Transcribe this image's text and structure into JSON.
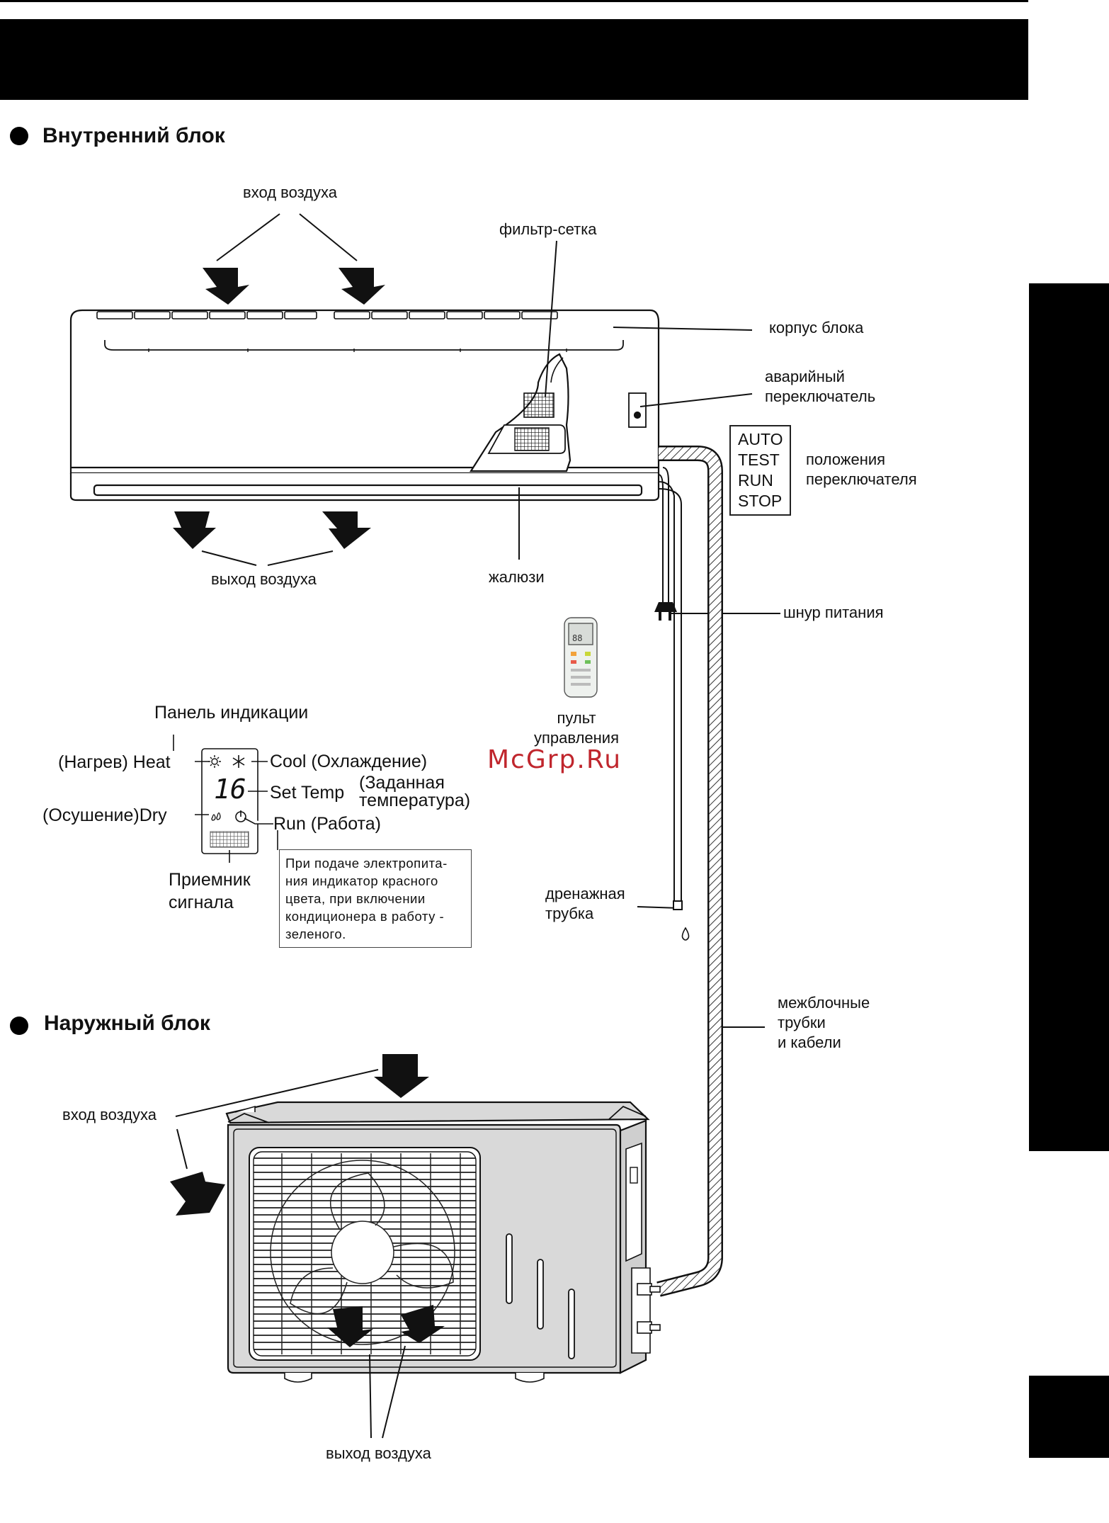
{
  "sections": {
    "indoor_title": "Внутренний блок",
    "outdoor_title": "Наружный блок"
  },
  "indoor": {
    "air_inlet": "вход воздуха",
    "filter": "фильтр-сетка",
    "housing": "корпус блока",
    "emergency_switch": [
      "аварийный",
      "переключатель"
    ],
    "switch_modes": [
      "AUTO",
      "TEST",
      "RUN",
      "STOP"
    ],
    "switch_positions": [
      "положения",
      "переключателя"
    ],
    "air_outlet": "выход воздуха",
    "louvers": "жалюзи",
    "power_cord": "шнур питания",
    "remote": [
      "пульт",
      "управления"
    ],
    "drain": [
      "дренажная",
      "трубка"
    ],
    "interconnect": [
      "межблочные",
      "трубки",
      "и кабели"
    ]
  },
  "panel": {
    "title": "Панель индикации",
    "heat": "(Нагрев)  Heat",
    "cool": "Cool  (Охлаждение)",
    "set_temp": "Set Temp",
    "set_temp_ru": [
      "(Заданная",
      "температура)"
    ],
    "dry": "(Осушение)Dry",
    "run": "Run (Работа)",
    "display_value": "16",
    "receiver": [
      "Приемник",
      "сигнала"
    ],
    "note": [
      "При подаче электропита-",
      "ния индикатор красного",
      "цвета, при включении",
      "кондиционера в работу -",
      "зеленого."
    ]
  },
  "outdoor": {
    "air_inlet": "вход воздуха",
    "air_outlet": "выход воздуха"
  },
  "watermark": "McGrp.Ru"
}
